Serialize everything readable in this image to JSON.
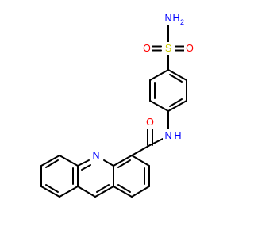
{
  "molecule": {
    "atoms": {
      "n_sulfonamide": "N",
      "h_sulfonamide": "H",
      "h_sulfonamide_count": "2",
      "sulfur": "S",
      "oxygen_left": "O",
      "oxygen_right": "O",
      "amide_nitrogen": "N",
      "amide_hydrogen": "H",
      "amide_oxygen": "O",
      "ring_nitrogen": "N"
    },
    "colors": {
      "bond": "#000000",
      "nitrogen": "#0000ff",
      "oxygen": "#ff0000",
      "sulfur": "#cccc00"
    }
  }
}
